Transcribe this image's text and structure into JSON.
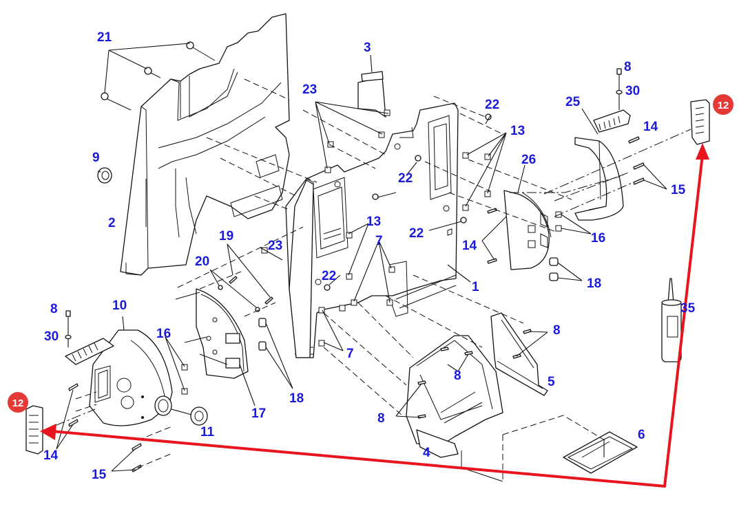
{
  "diagram": {
    "type": "exploded parts diagram",
    "label_color": "#1a1adb",
    "highlight_color": "#e8141e",
    "callouts": [
      {
        "id": "c21",
        "text": "21"
      },
      {
        "id": "c3",
        "text": "3"
      },
      {
        "id": "c23a",
        "text": "23"
      },
      {
        "id": "c22a",
        "text": "22"
      },
      {
        "id": "c13a",
        "text": "13"
      },
      {
        "id": "c8a",
        "text": "8"
      },
      {
        "id": "c30a",
        "text": "30"
      },
      {
        "id": "c25",
        "text": "25"
      },
      {
        "id": "c14a",
        "text": "14"
      },
      {
        "id": "c9",
        "text": "9"
      },
      {
        "id": "c26",
        "text": "26"
      },
      {
        "id": "c22b",
        "text": "22"
      },
      {
        "id": "c15a",
        "text": "15"
      },
      {
        "id": "c2",
        "text": "2"
      },
      {
        "id": "c13b",
        "text": "13"
      },
      {
        "id": "c22c",
        "text": "22"
      },
      {
        "id": "c16a",
        "text": "16"
      },
      {
        "id": "c19",
        "text": "19"
      },
      {
        "id": "c23b",
        "text": "23"
      },
      {
        "id": "c7a",
        "text": "7"
      },
      {
        "id": "c14b",
        "text": "14"
      },
      {
        "id": "c20",
        "text": "20"
      },
      {
        "id": "c22d",
        "text": "22"
      },
      {
        "id": "c1",
        "text": "1"
      },
      {
        "id": "c18a",
        "text": "18"
      },
      {
        "id": "c8b",
        "text": "8"
      },
      {
        "id": "c10",
        "text": "10"
      },
      {
        "id": "c35",
        "text": "35"
      },
      {
        "id": "c30b",
        "text": "30"
      },
      {
        "id": "c16b",
        "text": "16"
      },
      {
        "id": "c8c",
        "text": "8"
      },
      {
        "id": "c7b",
        "text": "7"
      },
      {
        "id": "c8d",
        "text": "8"
      },
      {
        "id": "c5",
        "text": "5"
      },
      {
        "id": "c18b",
        "text": "18"
      },
      {
        "id": "c17",
        "text": "17"
      },
      {
        "id": "c8e",
        "text": "8"
      },
      {
        "id": "c11",
        "text": "11"
      },
      {
        "id": "c6",
        "text": "6"
      },
      {
        "id": "c14c",
        "text": "14"
      },
      {
        "id": "c4",
        "text": "4"
      },
      {
        "id": "c15b",
        "text": "15"
      }
    ],
    "highlight_badges": [
      {
        "id": "b12-right",
        "text": "12"
      },
      {
        "id": "b12-left",
        "text": "12"
      }
    ]
  }
}
